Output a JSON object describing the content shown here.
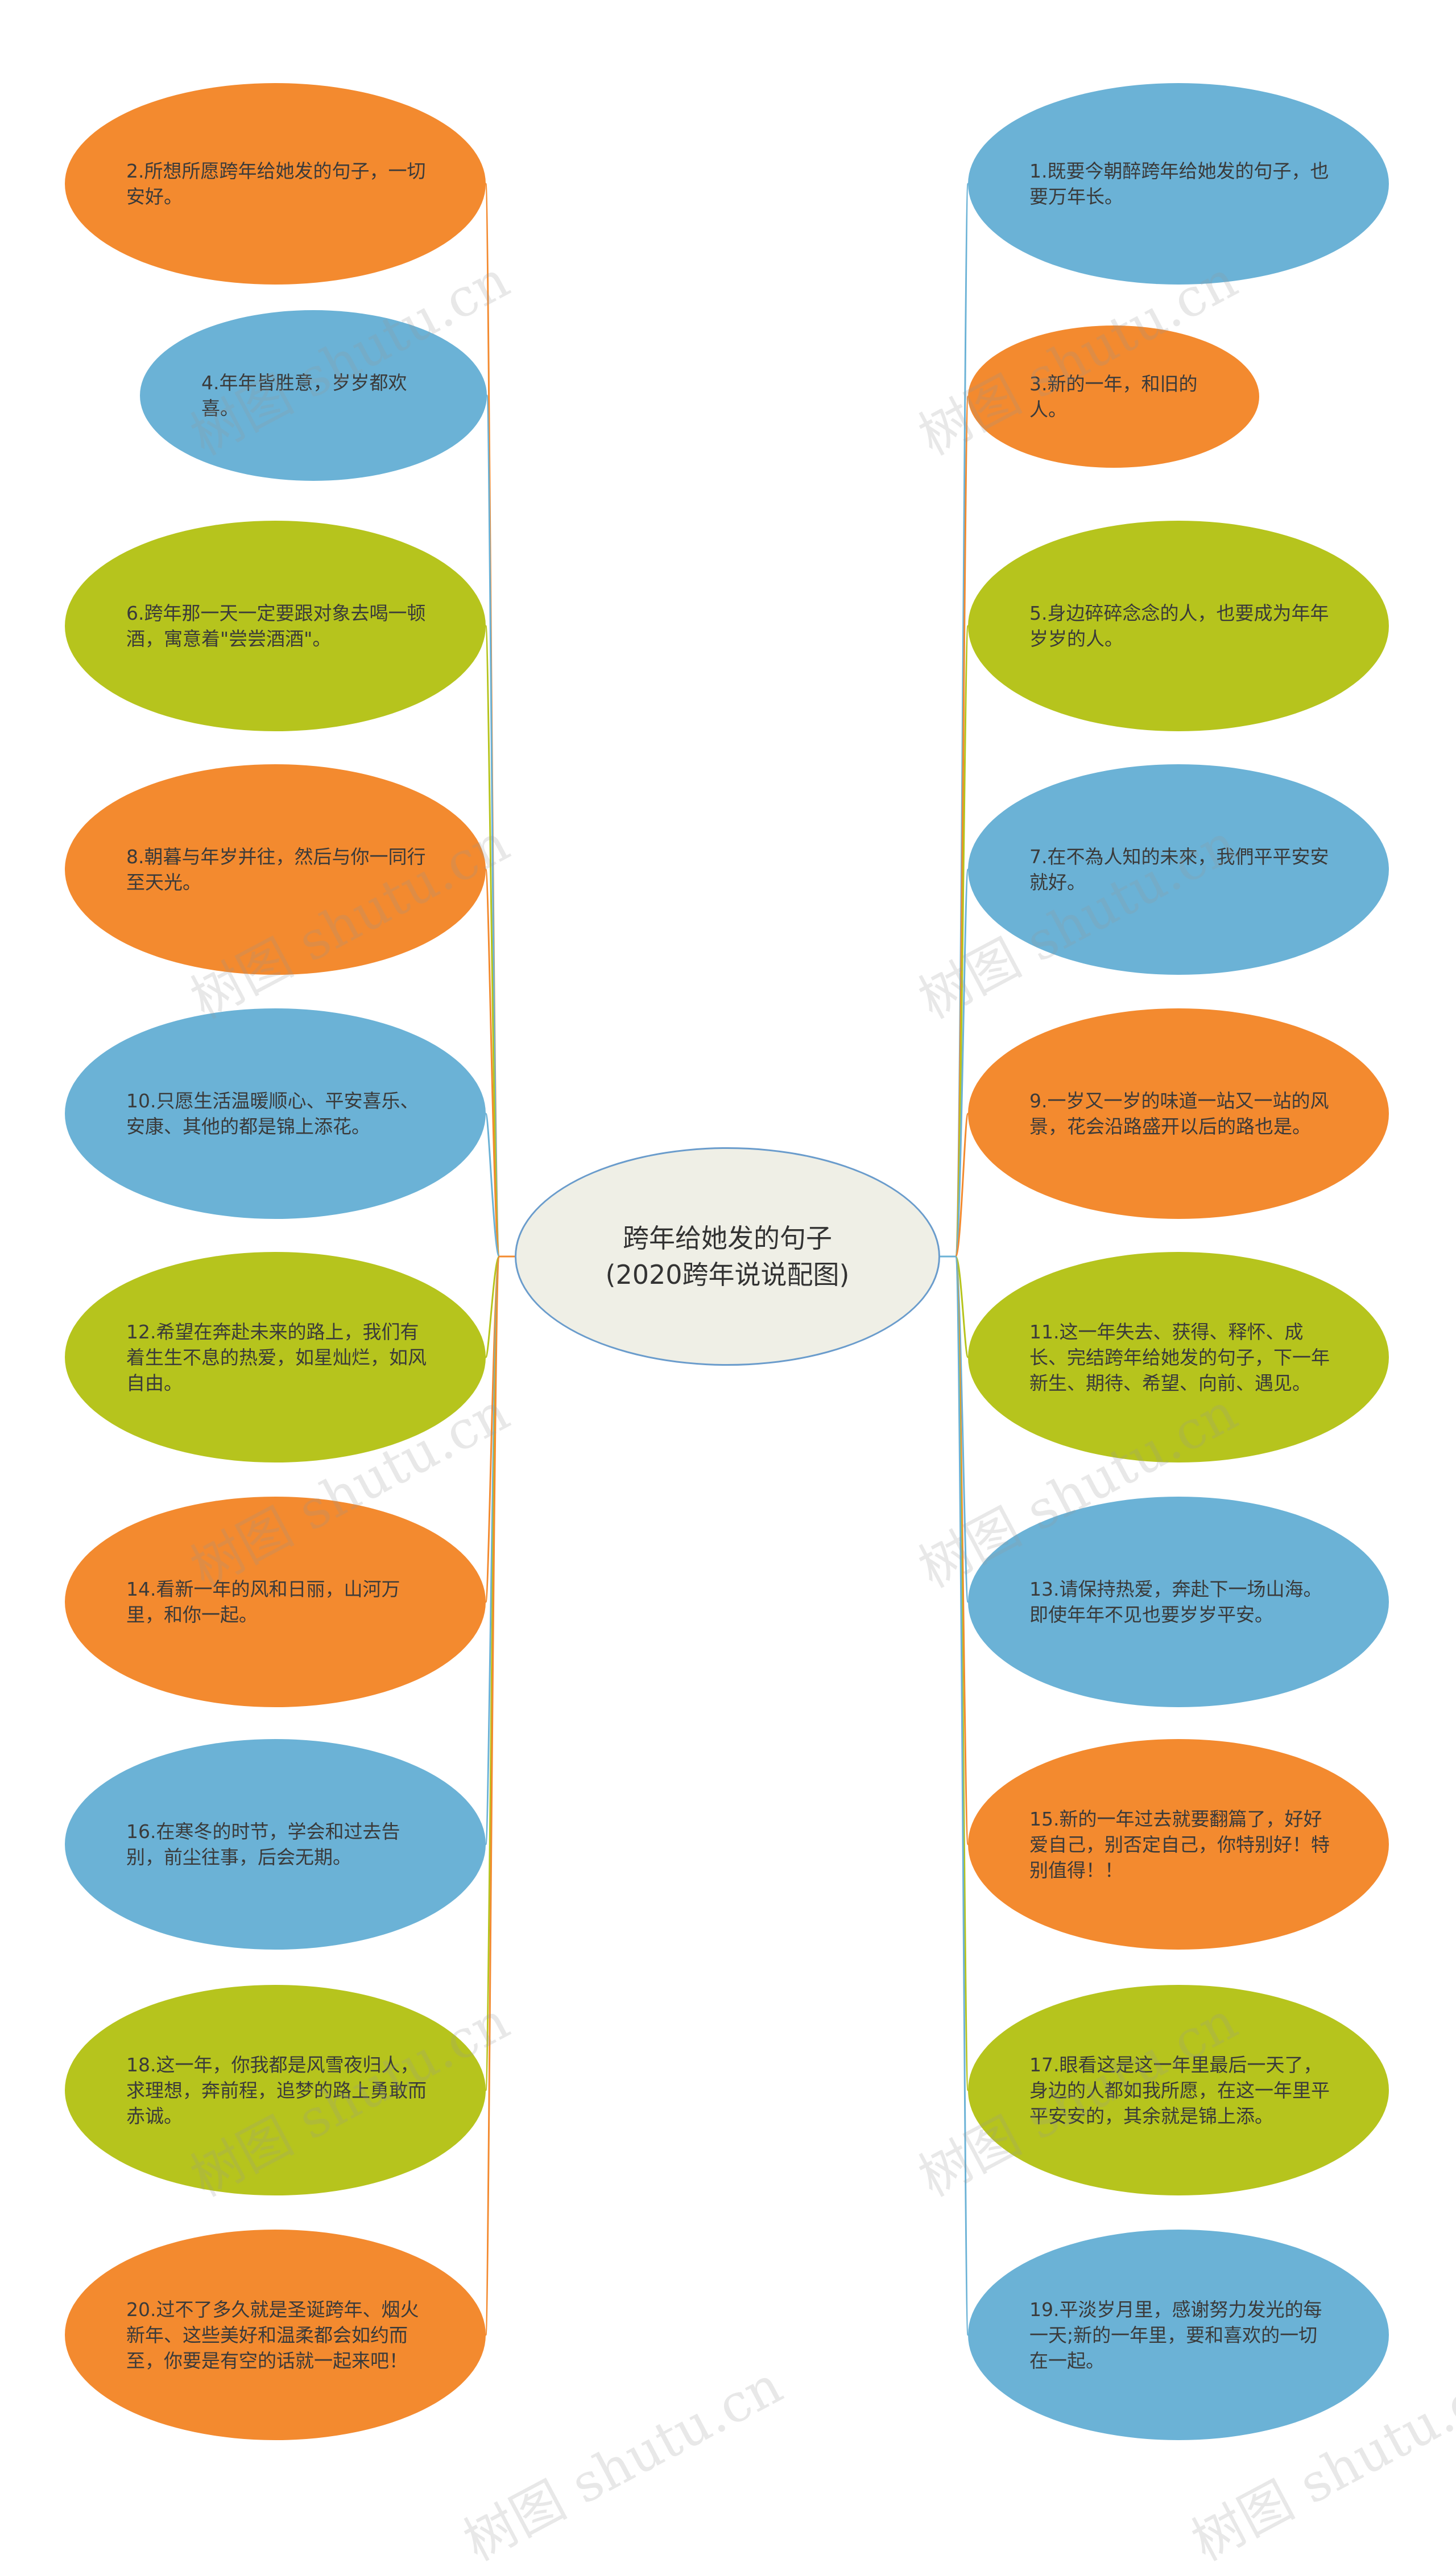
{
  "center": {
    "label": "跨年给她发的句子(2020跨年说说配图)"
  },
  "colors": {
    "orange": "#f38a2f",
    "blue": "#6bb2d6",
    "green": "#b6c41d",
    "center_border": "#6a9ccc"
  },
  "left_items": [
    {
      "text": "2.所想所愿跨年给她发的句子，一切安好。",
      "color": "orange"
    },
    {
      "text": "4.年年皆胜意，岁岁都欢喜。",
      "color": "blue"
    },
    {
      "text": "6.跨年那一天一定要跟对象去喝一顿酒，寓意着\"尝尝酒酒\"。",
      "color": "green"
    },
    {
      "text": "8.朝暮与年岁并往，然后与你一同行至天光。",
      "color": "orange"
    },
    {
      "text": "10.只愿生活温暖顺心、平安喜乐、安康、其他的都是锦上添花。",
      "color": "blue"
    },
    {
      "text": "12.希望在奔赴未来的路上，我们有着生生不息的热爱，如星灿烂，如风自由。",
      "color": "green"
    },
    {
      "text": "14.看新一年的风和日丽，山河万里，和你一起。",
      "color": "orange"
    },
    {
      "text": "16.在寒冬的时节，学会和过去告别，前尘往事，后会无期。",
      "color": "blue"
    },
    {
      "text": "18.这一年，你我都是风雪夜归人，求理想，奔前程，追梦的路上勇敢而赤诚。",
      "color": "green"
    },
    {
      "text": "20.过不了多久就是圣诞跨年、烟火新年、这些美好和温柔都会如约而至，你要是有空的话就一起来吧！",
      "color": "orange"
    }
  ],
  "right_items": [
    {
      "text": "1.既要今朝醉跨年给她发的句子，也要万年长。",
      "color": "blue"
    },
    {
      "text": "3.新的一年，和旧的人。",
      "color": "orange"
    },
    {
      "text": "5.身边碎碎念念的人，也要成为年年岁岁的人。",
      "color": "green"
    },
    {
      "text": "7.在不為人知的未來，我們平平安安就好。",
      "color": "blue"
    },
    {
      "text": "9.一岁又一岁的味道一站又一站的风景，花会沿路盛开以后的路也是。",
      "color": "orange"
    },
    {
      "text": "11.这一年失去、获得、释怀、成长、完结跨年给她发的句子，下一年新生、期待、希望、向前、遇见。",
      "color": "green"
    },
    {
      "text": "13.请保持热爱，奔赴下一场山海。即使年年不见也要岁岁平安。",
      "color": "blue"
    },
    {
      "text": "15.新的一年过去就要翻篇了，好好爱自己，别否定自己，你特别好！特别值得！！",
      "color": "orange"
    },
    {
      "text": "17.眼看这是这一年里最后一天了，身边的人都如我所愿，在这一年里平平安安的，其余就是锦上添。",
      "color": "green"
    },
    {
      "text": "19.平淡岁月里，感谢努力发光的每一天;新的一年里，要和喜欢的一切在一起。",
      "color": "blue"
    }
  ],
  "watermark": "树图 shutu.cn"
}
